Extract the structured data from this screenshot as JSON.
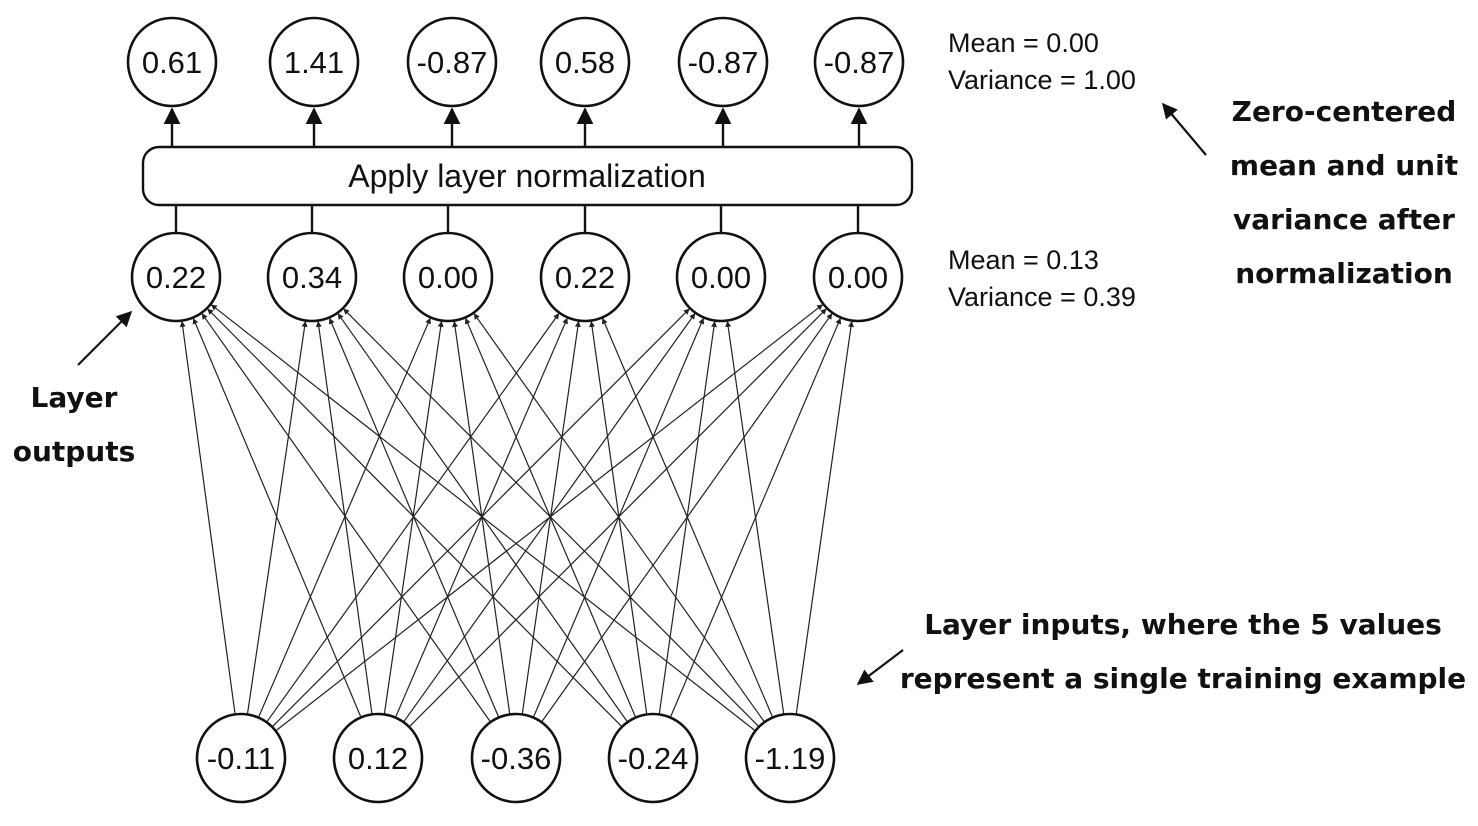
{
  "normalization_box": {
    "label": "Apply layer normalization"
  },
  "output_layer": {
    "values": [
      "0.61",
      "1.41",
      "-0.87",
      "0.58",
      "-0.87",
      "-0.87"
    ],
    "mean": "Mean = 0.00",
    "variance": "Variance = 1.00"
  },
  "hidden_layer": {
    "values": [
      "0.22",
      "0.34",
      "0.00",
      "0.22",
      "0.00",
      "0.00"
    ],
    "mean": "Mean = 0.13",
    "variance": "Variance = 0.39"
  },
  "input_layer": {
    "values": [
      "-0.11",
      "0.12",
      "-0.36",
      "-0.24",
      "-1.19"
    ]
  },
  "annotations": {
    "normalized": [
      "Zero-centered",
      "mean and unit",
      "variance after",
      "normalization"
    ],
    "layer_outputs": [
      "Layer",
      "outputs"
    ],
    "layer_inputs": [
      "Layer inputs, where the 5 values",
      "represent a single training example"
    ]
  }
}
